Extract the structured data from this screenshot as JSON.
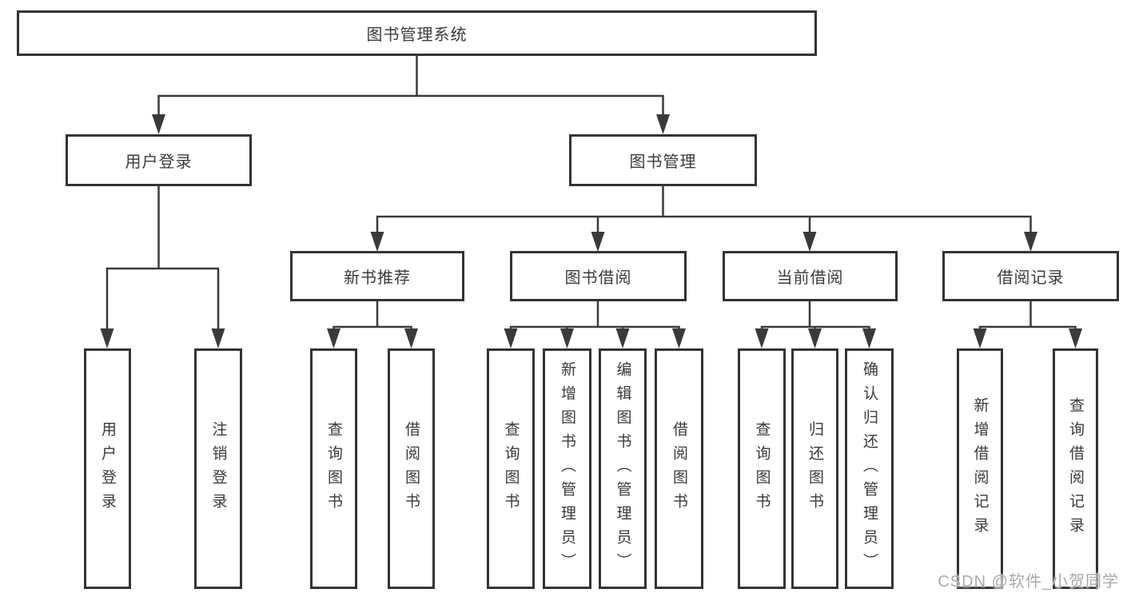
{
  "diagram_title": "图书管理系统",
  "tree": {
    "root": {
      "label": "图书管理系统",
      "children": [
        {
          "label": "用户登录",
          "children": [
            {
              "label": "用户登录"
            },
            {
              "label": "注销登录"
            }
          ]
        },
        {
          "label": "图书管理",
          "children": [
            {
              "label": "新书推荐",
              "children": [
                {
                  "label": "查询图书"
                },
                {
                  "label": "借阅图书"
                }
              ]
            },
            {
              "label": "图书借阅",
              "children": [
                {
                  "label": "查询图书"
                },
                {
                  "label": "新增图书（管理员）"
                },
                {
                  "label": "编辑图书（管理员）"
                },
                {
                  "label": "借阅图书"
                }
              ]
            },
            {
              "label": "当前借阅",
              "children": [
                {
                  "label": "查询图书"
                },
                {
                  "label": "归还图书"
                },
                {
                  "label": "确认归还（管理员）"
                }
              ]
            },
            {
              "label": "借阅记录",
              "children": [
                {
                  "label": "新增借阅记录"
                },
                {
                  "label": "查询借阅记录"
                }
              ]
            }
          ]
        }
      ]
    }
  },
  "watermark": "CSDN @软件_小贺同学",
  "colors": {
    "line": "#3a3a3a",
    "box_border": "#333333",
    "text": "#3a3a3a",
    "watermark": "#a9a9a9",
    "background": "#ffffff"
  }
}
